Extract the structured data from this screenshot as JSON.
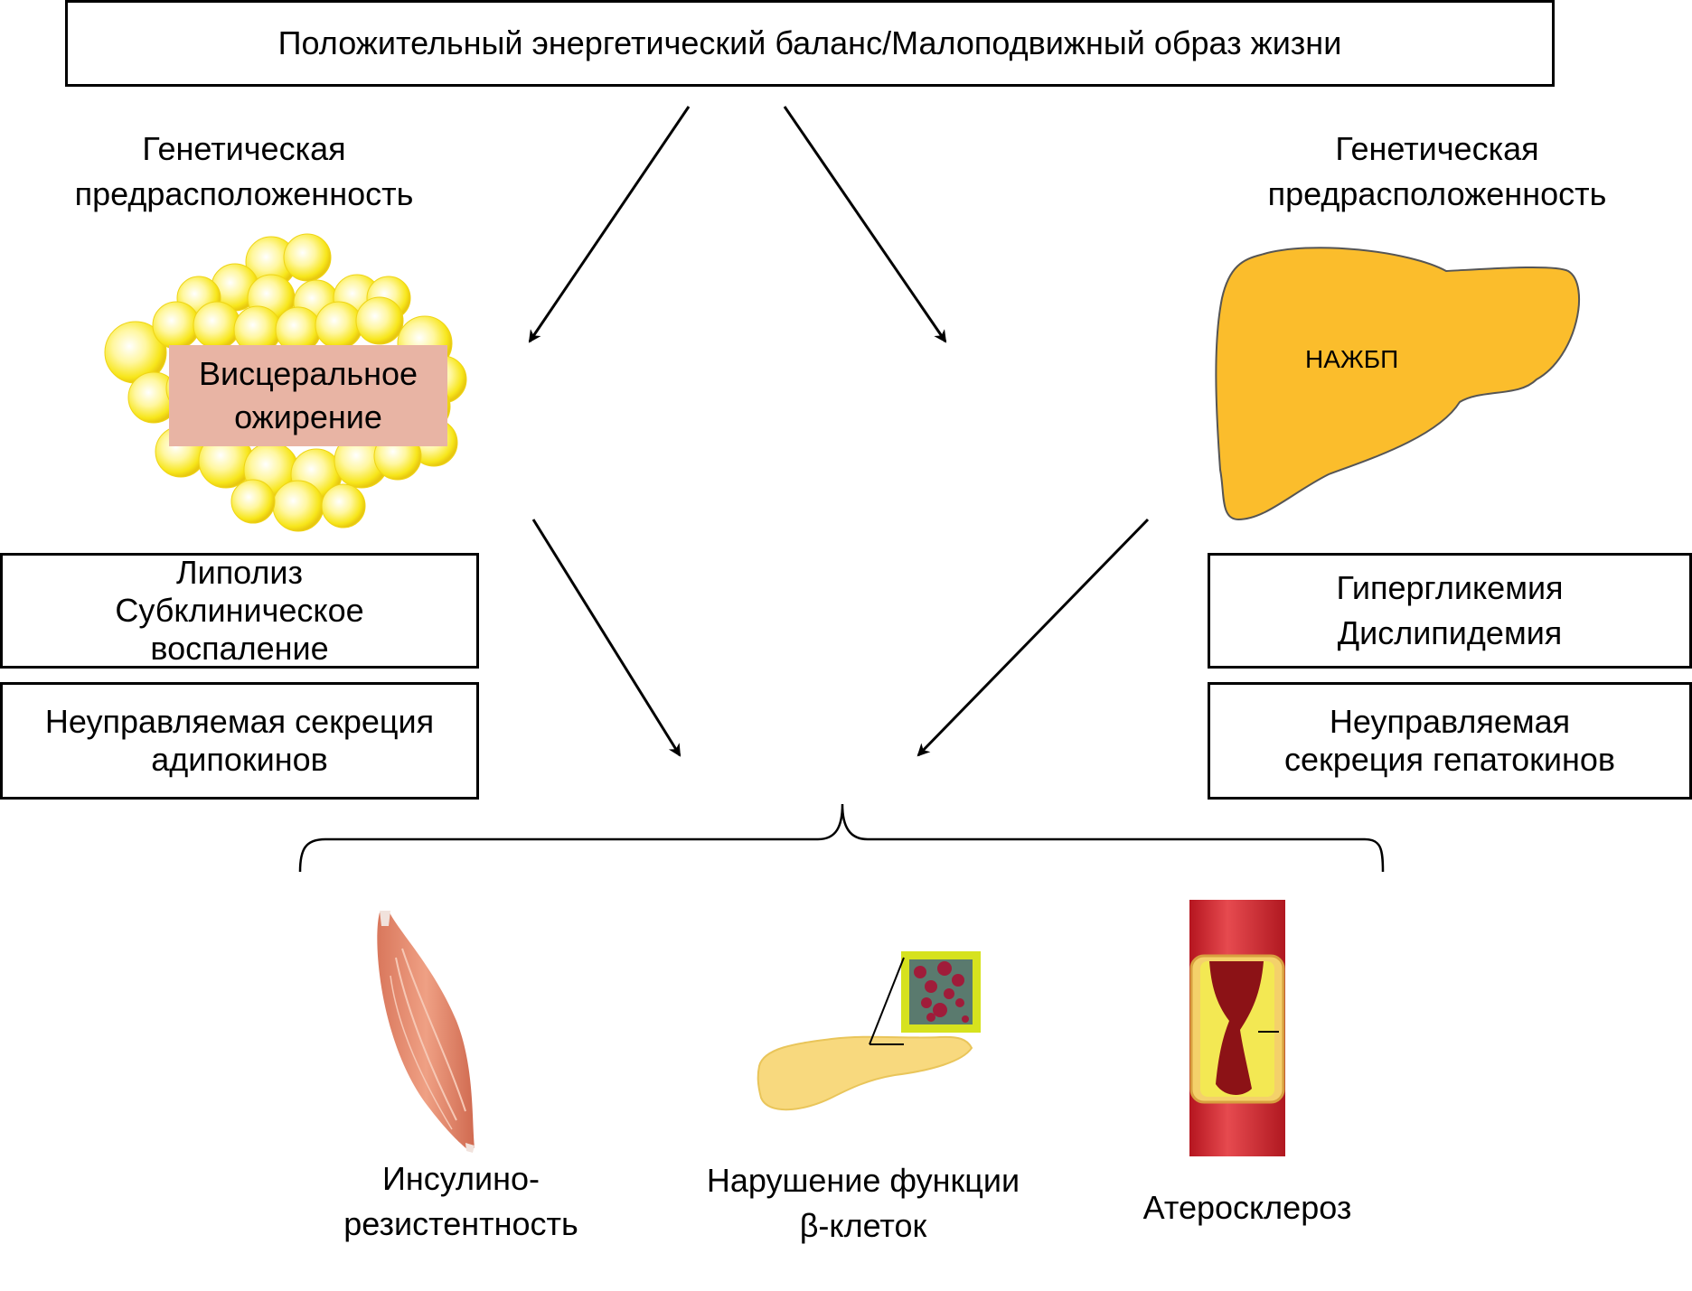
{
  "title": "Положительный энергетический баланс/Малоподвижный образ жизни",
  "left": {
    "predisposition": [
      "Генетическая",
      "предрасположенность"
    ],
    "organ_label": [
      "Висцеральное",
      "ожирение"
    ],
    "box1": [
      "Липолиз",
      "Субклиническое",
      "воспаление"
    ],
    "box2": [
      "Неуправляемая секреция",
      "адипокинов"
    ]
  },
  "right": {
    "predisposition": [
      "Генетическая",
      "предрасположенность"
    ],
    "organ_label": "НАЖБП",
    "box1": [
      "Гипергликемия",
      "Дислипидемия"
    ],
    "box2": [
      "Неуправляемая",
      "секреция гепатокинов"
    ]
  },
  "outcomes": [
    {
      "icon": "muscle-icon",
      "lines": [
        "Инсулино-",
        "резистентность"
      ]
    },
    {
      "icon": "pancreas-icon",
      "lines": [
        "Нарушение функции",
        "β-клеток"
      ]
    },
    {
      "icon": "artery-icon",
      "lines": [
        "Атеросклероз"
      ]
    }
  ],
  "colors": {
    "fat_cell": "#f7e61a",
    "label_bg": "#e8b4a4",
    "liver": "#fbbd2c",
    "muscle": "#e38d70",
    "pancreas": "#f8d97e",
    "artery": "#c8202e",
    "islet_frame": "#d6e21e"
  }
}
